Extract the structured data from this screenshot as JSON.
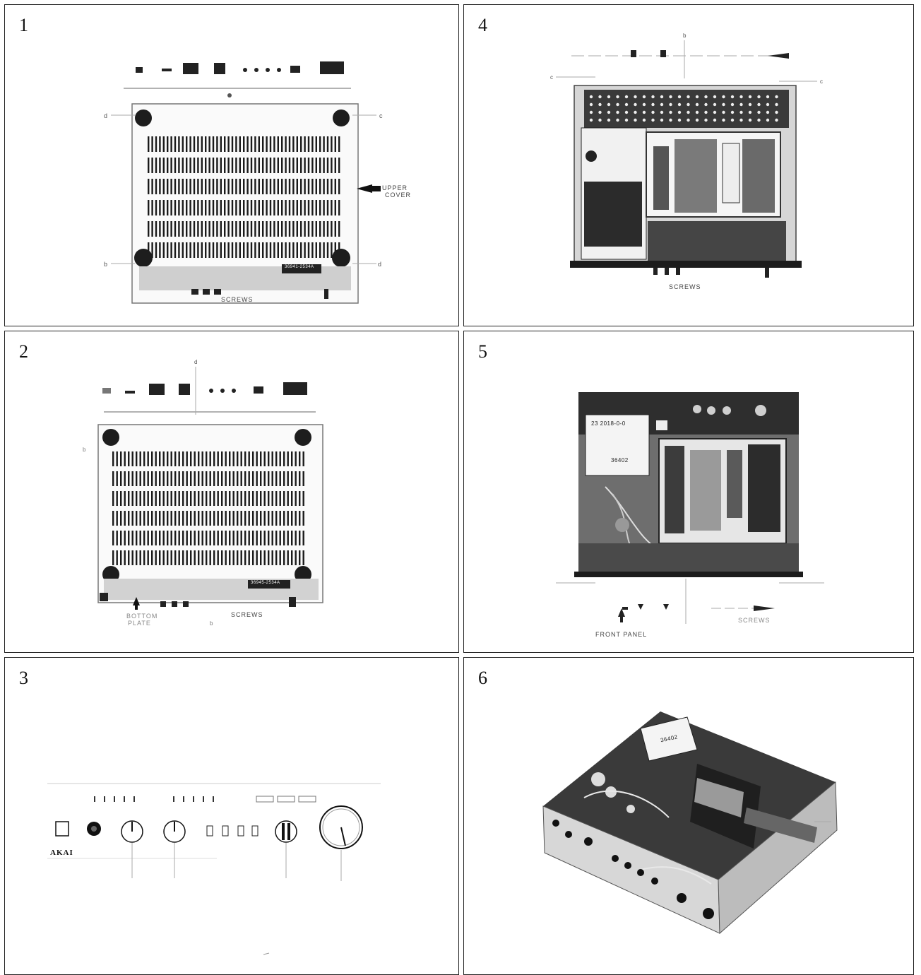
{
  "panels": [
    {
      "number": "1",
      "labels": {
        "screws": "SCREWS",
        "upper": "UPPER",
        "cover": "COVER",
        "tag": "36941-2534A"
      }
    },
    {
      "number": "2",
      "labels": {
        "screws": "SCREWS",
        "bottom": "BOTTOM",
        "plate": "PLATE",
        "tag": "36945-2534A"
      }
    },
    {
      "number": "3",
      "labels": {
        "brand": "AKAI"
      }
    },
    {
      "number": "4",
      "labels": {
        "screws": "SCREWS"
      }
    },
    {
      "number": "5",
      "labels": {
        "screws": "SCREWS",
        "front_panel": "FRONT PANEL",
        "transformer1": "23 2018-0-0",
        "transformer2": "36402"
      }
    },
    {
      "number": "6",
      "labels": {
        "transformer2": "36402"
      }
    }
  ],
  "colors": {
    "border": "#222222",
    "ink": "#111111",
    "photo_dark": "#2a2a2a",
    "photo_mid": "#8a8a8a",
    "photo_light": "#d9d9d9"
  }
}
